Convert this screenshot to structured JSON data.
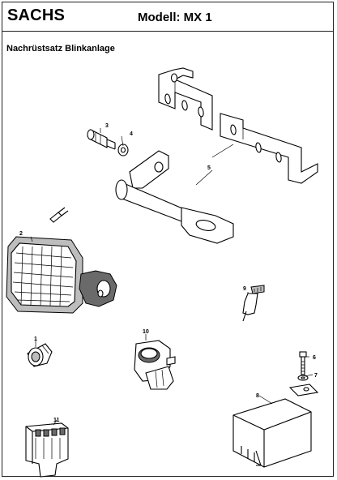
{
  "header": {
    "brand": "SACHS",
    "model": "Modell: MX 1"
  },
  "subtitle": "Nachrüstsatz Blinkanlage",
  "callouts": [
    "1",
    "2",
    "3",
    "4",
    "5",
    "6",
    "7",
    "8",
    "9",
    "10",
    "11"
  ]
}
